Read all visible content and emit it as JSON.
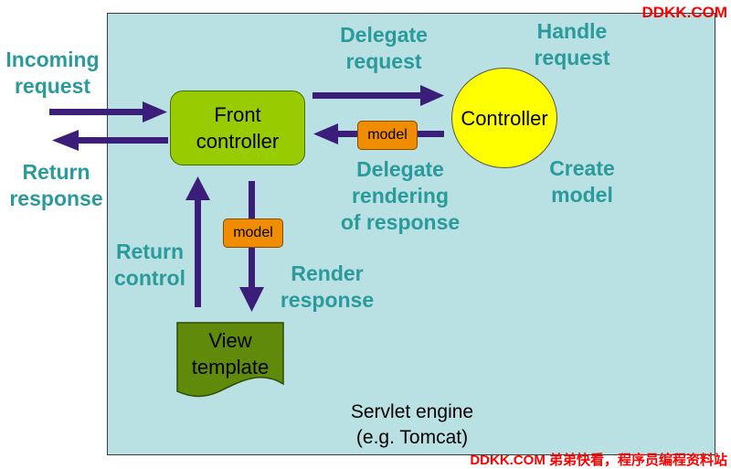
{
  "diagram": {
    "nodes": {
      "front_controller": [
        "Front",
        "controller"
      ],
      "controller": "Controller",
      "view_template": [
        "View",
        "template"
      ],
      "model_top": "model",
      "model_bottom": "model"
    },
    "labels": {
      "incoming_request": [
        "Incoming",
        "request"
      ],
      "return_response": [
        "Return",
        "response"
      ],
      "delegate_request": [
        "Delegate",
        "request"
      ],
      "handle_request": [
        "Handle",
        "request"
      ],
      "delegate_rendering": [
        "Delegate",
        "rendering",
        "of response"
      ],
      "create_model": [
        "Create",
        "model"
      ],
      "return_control": [
        "Return",
        "control"
      ],
      "render_response": [
        "Render",
        "response"
      ]
    },
    "container": [
      "Servlet engine",
      "(e.g. Tomcat)"
    ],
    "colors": {
      "arrow": "#3b1e7a",
      "label_text": "#2a9a9b",
      "engine_background": "#b9e0e3",
      "front_controller_fill": "#99cc00",
      "controller_fill": "#ffff00",
      "model_fill": "#f08c00",
      "view_fill": "#5f8a0a"
    }
  },
  "watermark": {
    "top_right": "DDKK.COM",
    "bottom_right": "DDKK.COM 弟弟快看，程序员编程资料站"
  }
}
